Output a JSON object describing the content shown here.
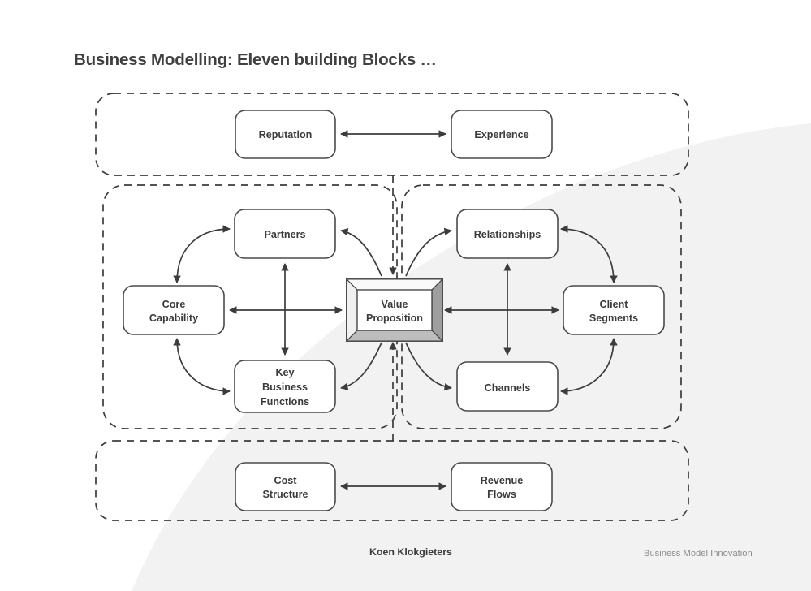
{
  "slide": {
    "title": "Business Modelling: Eleven building Blocks …",
    "background_color": "#ffffff",
    "accent_shape_color": "#f2f2f2",
    "line_color": "#3c3c3c",
    "text_color": "#3b3b3b"
  },
  "groups": {
    "top": {
      "name": "top-group"
    },
    "left": {
      "name": "left-group"
    },
    "right": {
      "name": "right-group"
    },
    "bottom": {
      "name": "bottom-group"
    }
  },
  "nodes": {
    "reputation": {
      "label": "Reputation",
      "lines": [
        "Reputation"
      ]
    },
    "experience": {
      "label": "Experience",
      "lines": [
        "Experience"
      ]
    },
    "partners": {
      "label": "Partners",
      "lines": [
        "Partners"
      ]
    },
    "core_capability": {
      "label": "Core Capability",
      "lines": [
        "Core",
        "Capability"
      ]
    },
    "key_business_functions": {
      "label": "Key Business Functions",
      "lines": [
        "Key",
        "Business",
        "Functions"
      ]
    },
    "value_proposition": {
      "label": "Value Proposition",
      "lines": [
        "Value",
        "Proposition"
      ]
    },
    "relationships": {
      "label": "Relationships",
      "lines": [
        "Relationships"
      ]
    },
    "client_segments": {
      "label": "Client Segments",
      "lines": [
        "Client",
        "Segments"
      ]
    },
    "channels": {
      "label": "Channels",
      "lines": [
        "Channels"
      ]
    },
    "cost_structure": {
      "label": "Cost Structure",
      "lines": [
        "Cost",
        "Structure"
      ]
    },
    "revenue_flows": {
      "label": "Revenue Flows",
      "lines": [
        "Revenue",
        "Flows"
      ]
    }
  },
  "footer": {
    "author": "Koen Klokgieters",
    "tagline": "Business Model Innovation"
  },
  "chart_data": {
    "type": "diagram",
    "title": "Business Modelling: Eleven building Blocks …",
    "blocks": [
      "Reputation",
      "Experience",
      "Partners",
      "Core Capability",
      "Key Business Functions",
      "Value Proposition",
      "Relationships",
      "Client Segments",
      "Channels",
      "Cost Structure",
      "Revenue Flows"
    ],
    "block_count": 11,
    "connections": [
      {
        "from": "Reputation",
        "to": "Experience",
        "style": "double-arrow"
      },
      {
        "from": "Core Capability",
        "to": "Value Proposition",
        "style": "double-arrow"
      },
      {
        "from": "Partners",
        "to": "Key Business Functions",
        "style": "double-arrow"
      },
      {
        "from": "Core Capability",
        "to": "Partners",
        "style": "curved-arrow"
      },
      {
        "from": "Core Capability",
        "to": "Key Business Functions",
        "style": "curved-arrow"
      },
      {
        "from": "Value Proposition",
        "to": "Partners",
        "style": "curved-arrow"
      },
      {
        "from": "Value Proposition",
        "to": "Key Business Functions",
        "style": "curved-arrow"
      },
      {
        "from": "Value Proposition",
        "to": "Client Segments",
        "style": "double-arrow"
      },
      {
        "from": "Relationships",
        "to": "Channels",
        "style": "double-arrow"
      },
      {
        "from": "Client Segments",
        "to": "Relationships",
        "style": "curved-arrow"
      },
      {
        "from": "Client Segments",
        "to": "Channels",
        "style": "curved-arrow"
      },
      {
        "from": "Value Proposition",
        "to": "Relationships",
        "style": "curved-arrow"
      },
      {
        "from": "Value Proposition",
        "to": "Channels",
        "style": "curved-arrow"
      },
      {
        "from": "Cost Structure",
        "to": "Revenue Flows",
        "style": "double-arrow"
      },
      {
        "from": "top-group",
        "to": "Value Proposition",
        "style": "dashed-arrow"
      },
      {
        "from": "bottom-group",
        "to": "Value Proposition",
        "style": "dashed-arrow"
      }
    ],
    "highlighted_block": "Value Proposition"
  }
}
